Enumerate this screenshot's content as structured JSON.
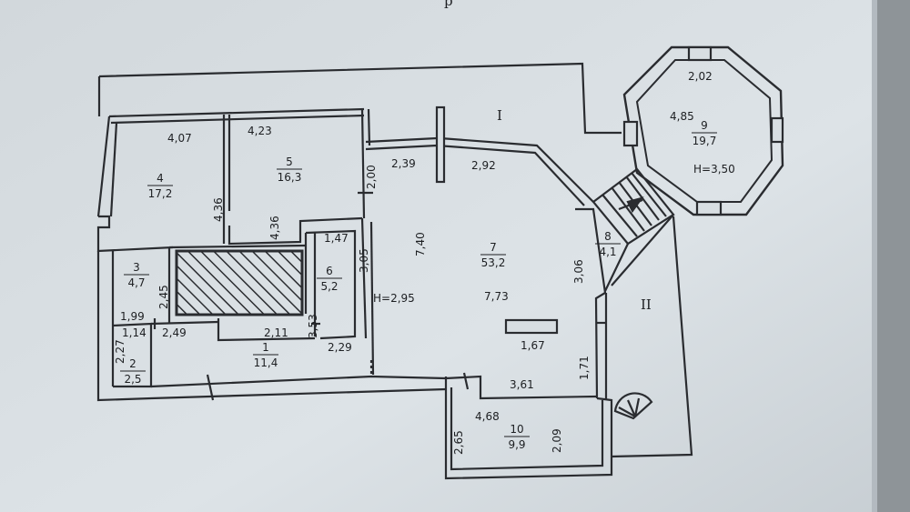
{
  "plan": {
    "header_fragment": "р",
    "zones": {
      "zone_1": "I",
      "zone_2": "II"
    },
    "rooms": [
      {
        "id": "room-1",
        "number": "1",
        "area": "11,4"
      },
      {
        "id": "room-2",
        "number": "2",
        "area": "2,5"
      },
      {
        "id": "room-3",
        "number": "3",
        "area": "4,7"
      },
      {
        "id": "room-4",
        "number": "4",
        "area": "17,2"
      },
      {
        "id": "room-5",
        "number": "5",
        "area": "16,3"
      },
      {
        "id": "room-6",
        "number": "6",
        "area": "5,2"
      },
      {
        "id": "room-7",
        "number": "7",
        "area": "53,2"
      },
      {
        "id": "room-8",
        "number": "8",
        "area": "4,1"
      },
      {
        "id": "room-9",
        "number": "9",
        "area": "19,7"
      },
      {
        "id": "room-10",
        "number": "10",
        "area": "9,9"
      }
    ],
    "heights": {
      "main_hall": "H=2,95",
      "tower": "H=3,50"
    },
    "dimensions": {
      "d_4_07": "4,07",
      "d_4_23": "4,23",
      "d_4_36_a": "4,36",
      "d_4_36_b": "4,36",
      "d_2_00": "2,00",
      "d_2_39": "2,39",
      "d_2_92": "2,92",
      "d_7_40": "7,40",
      "d_1_47": "1,47",
      "d_3_05": "3,05",
      "d_2_45": "2,45",
      "d_1_99": "1,99",
      "d_1_14": "1,14",
      "d_2_49": "2,49",
      "d_2_11": "2,11",
      "d_3_53": "3,53",
      "d_2_29": "2,29",
      "d_2_27": "2,27",
      "d_7_73": "7,73",
      "d_3_06": "3,06",
      "d_1_67": "1,67",
      "d_1_71": "1,71",
      "d_3_61": "3,61",
      "d_4_68": "4,68",
      "d_2_65": "2,65",
      "d_2_09": "2,09",
      "d_2_02": "2,02",
      "d_4_85": "4,85"
    }
  },
  "colors": {
    "paper": "#d8dee2",
    "wall": "#2a2c30",
    "hatch": "#2a2c30",
    "frame": "#8e9498"
  }
}
